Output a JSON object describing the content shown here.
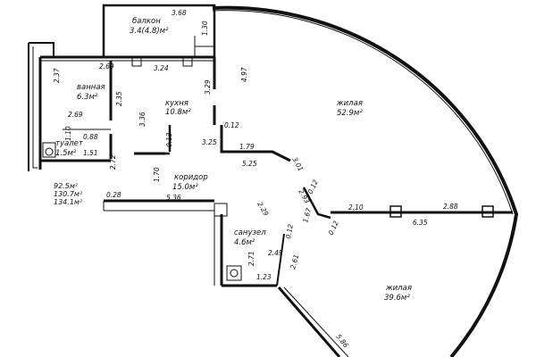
{
  "rooms": [
    {
      "key": "balcony",
      "name": "балкон",
      "area": "3.4(4.8)м²"
    },
    {
      "key": "kitchen",
      "name": "кухня",
      "area": "10.8м²"
    },
    {
      "key": "living1",
      "name": "жилая",
      "area": "52.9м²"
    },
    {
      "key": "bath",
      "name": "ванная",
      "area": "6.3м²"
    },
    {
      "key": "toilet",
      "name": "туалет",
      "area": "1.5м²"
    },
    {
      "key": "corridor",
      "name": "коридор",
      "area": "15.0м²"
    },
    {
      "key": "wc",
      "name": "санузел",
      "area": "4.6м²"
    },
    {
      "key": "living2",
      "name": "жилая",
      "area": "39.6м²"
    }
  ],
  "totals": [
    "92.5м²",
    "130.7м²",
    "134.1м²"
  ],
  "dims": [
    "3.68",
    "1.30",
    "4.97",
    "3.24",
    "2.69",
    "2.37",
    "3.29",
    "2.35",
    "3.36",
    "0.13",
    "0.12",
    "3.25",
    "1.79",
    "5.25",
    "3.01",
    "2.69",
    "1.10",
    "0.88",
    "1.51",
    "2.72",
    "1.70",
    "0.28",
    "5.36",
    "2.29",
    "2.93",
    "0.12",
    "0.12",
    "1.67",
    "2.10",
    "2.88",
    "6.35",
    "0.12",
    "2.49",
    "2.71",
    "2.61",
    "1.23",
    "5.86"
  ]
}
